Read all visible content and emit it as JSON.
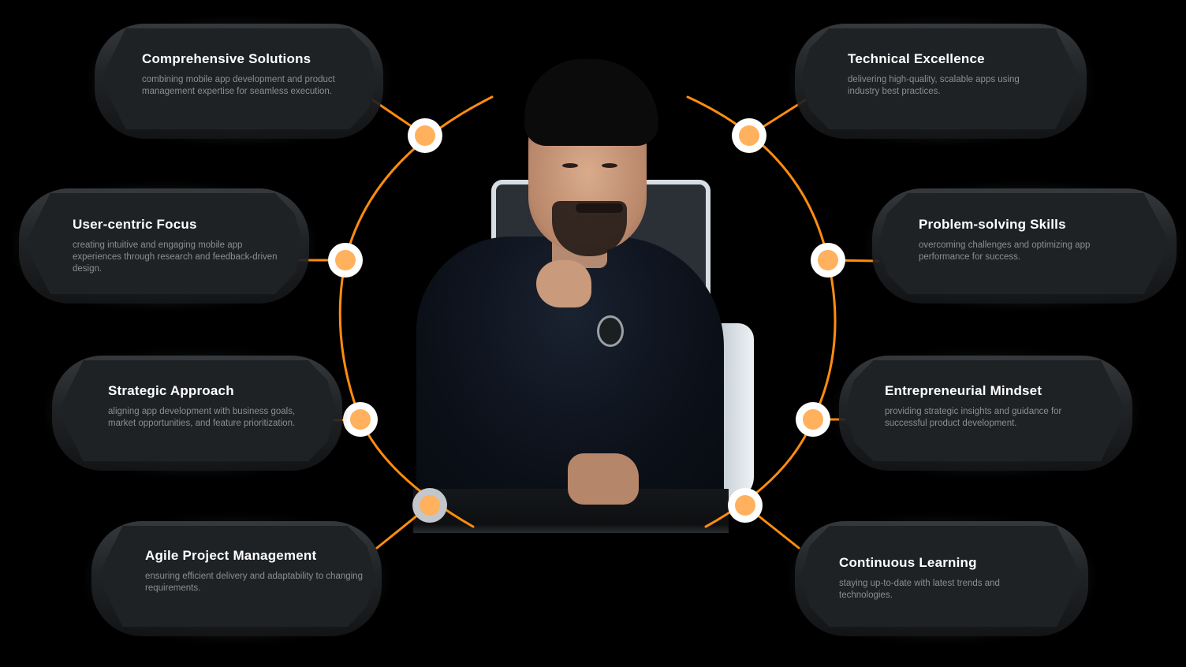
{
  "colors": {
    "background": "#000000",
    "card": "#1f2225",
    "title": "#ffffff",
    "description": "#8b8e91",
    "accent_line": "#ff8c0f",
    "node_core": "#ffb15e",
    "node_ring": "#ffffff"
  },
  "center": {
    "photo": "portrait-of-man-in-black-shirt-seated-in-office-chair"
  },
  "left_cards": [
    {
      "title": "Comprehensive Solutions",
      "description": "combining mobile app development and product management expertise for seamless execution."
    },
    {
      "title": "User-centric Focus",
      "description": "creating intuitive and engaging mobile app experiences through research and feedback-driven design."
    },
    {
      "title": "Strategic Approach",
      "description": "aligning app development with business goals, market opportunities, and feature prioritization."
    },
    {
      "title": "Agile Project Management",
      "description": " ensuring efficient delivery and adaptability to changing requirements."
    }
  ],
  "right_cards": [
    {
      "title": "Technical Excellence",
      "description": "delivering high-quality, scalable apps using industry best practices."
    },
    {
      "title": "Problem-solving Skills",
      "description": "overcoming challenges and optimizing app performance for success."
    },
    {
      "title": "Entrepreneurial Mindset",
      "description": "providing strategic insights and guidance for successful product development."
    },
    {
      "title": "Continuous Learning",
      "description": "staying up-to-date with latest trends and technologies."
    }
  ],
  "icons": {
    "node": "connector-dot-icon",
    "arc": "orbit-arc"
  }
}
